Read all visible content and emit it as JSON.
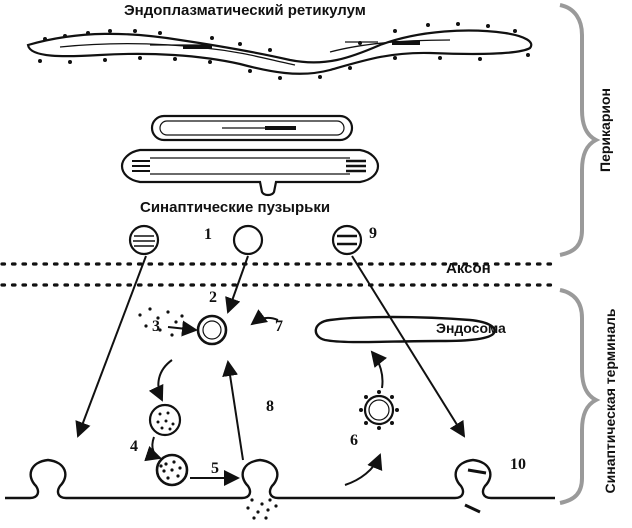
{
  "titles": {
    "er": "Эндоплазматический ретикулум",
    "vesicles": "Синаптические пузырьки",
    "axon": "Аксон",
    "endosome": "Эндосома"
  },
  "side_labels": {
    "perikaryon": "Перикарион",
    "terminal": "Синаптическая терминаль"
  },
  "steps": [
    "1",
    "2",
    "3",
    "4",
    "5",
    "6",
    "7",
    "8",
    "9",
    "10"
  ],
  "colors": {
    "stroke": "#111111",
    "fill": "#ffffff",
    "brace": "#9a9a9a"
  }
}
